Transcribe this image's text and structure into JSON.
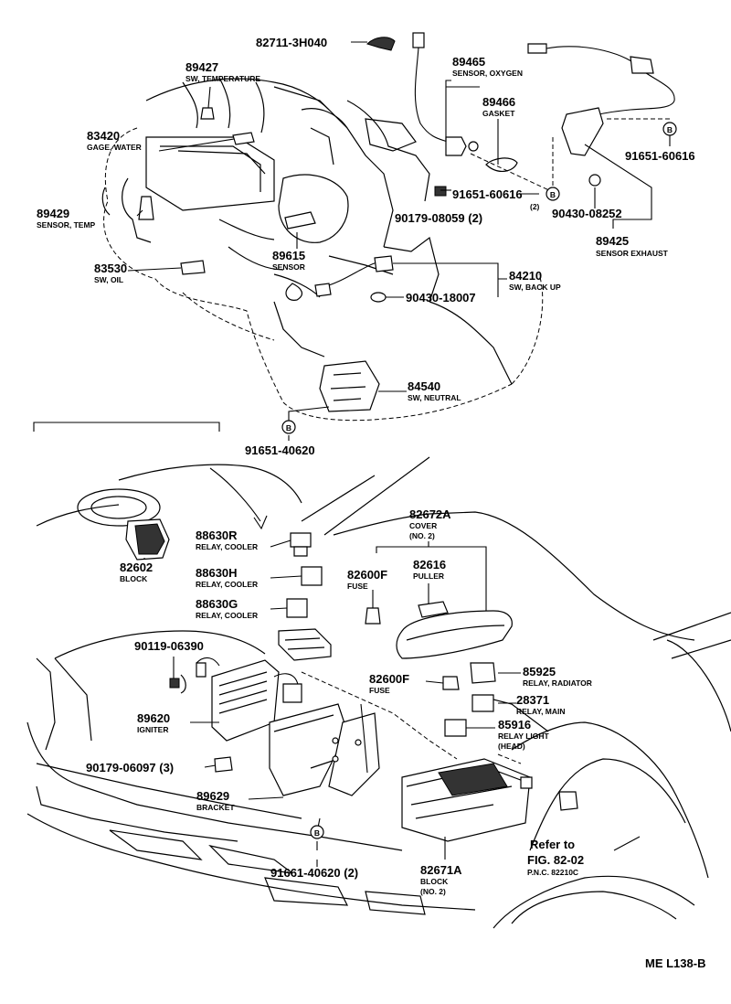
{
  "labels": {
    "l_82711": {
      "num": "82711-3H040",
      "name": ""
    },
    "l_89465": {
      "num": "89465",
      "name": "SENSOR, OXYGEN"
    },
    "l_89427": {
      "num": "89427",
      "name": "SW, TEMPERATURE"
    },
    "l_89466": {
      "num": "89466",
      "name": "GASKET"
    },
    "l_83420": {
      "num": "83420",
      "name": "GAGE, WATER"
    },
    "l_91651a": {
      "num": "91651-60616",
      "name": ""
    },
    "l_91651b": {
      "num": "91651-60616",
      "name": "(2)"
    },
    "l_89429": {
      "num": "89429",
      "name": "SENSOR, TEMP"
    },
    "l_90179a": {
      "num": "90179-08059 (2)",
      "name": ""
    },
    "l_90430a": {
      "num": "90430-08252",
      "name": ""
    },
    "l_89425": {
      "num": "89425",
      "name": "SENSOR EXHAUST"
    },
    "l_89615": {
      "num": "89615",
      "name": "SENSOR"
    },
    "l_83530": {
      "num": "83530",
      "name": "SW, OIL"
    },
    "l_84210": {
      "num": "84210",
      "name": "SW, BACK UP"
    },
    "l_90430b": {
      "num": "90430-18007",
      "name": ""
    },
    "l_84540": {
      "num": "84540",
      "name": "SW, NEUTRAL"
    },
    "l_91651c": {
      "num": "91651-40620",
      "name": ""
    },
    "l_82672A": {
      "num": "82672A",
      "name": "COVER",
      "name2": "(NO. 2)"
    },
    "l_88630R": {
      "num": "88630R",
      "name": "RELAY, COOLER"
    },
    "l_82616": {
      "num": "82616",
      "name": "PULLER"
    },
    "l_82602": {
      "num": "82602",
      "name": "BLOCK"
    },
    "l_88630H": {
      "num": "88630H",
      "name": "RELAY, COOLER"
    },
    "l_82600Fa": {
      "num": "82600F",
      "name": "FUSE"
    },
    "l_88630G": {
      "num": "88630G",
      "name": "RELAY, COOLER"
    },
    "l_90119": {
      "num": "90119-06390",
      "name": ""
    },
    "l_85925": {
      "num": "85925",
      "name": "RELAY, RADIATOR"
    },
    "l_82600Fb": {
      "num": "82600F",
      "name": "FUSE"
    },
    "l_28371": {
      "num": "28371",
      "name": "RELAY, MAIN"
    },
    "l_89620": {
      "num": "89620",
      "name": "IGNITER"
    },
    "l_85916": {
      "num": "85916",
      "name": "RELAY LIGHT",
      "name2": "(HEAD)"
    },
    "l_90179b": {
      "num": "90179-06097 (3)",
      "name": ""
    },
    "l_89629": {
      "num": "89629",
      "name": "BRACKET"
    },
    "l_91661": {
      "num": "91661-40620 (2)",
      "name": ""
    },
    "l_82671A": {
      "num": "82671A",
      "name": "BLOCK",
      "name2": "(NO. 2)"
    },
    "l_refer": {
      "num": "Refer to",
      "name": "FIG. 82-02",
      "name2": "P.N.C. 82210C"
    }
  },
  "markers": [
    "B",
    "B",
    "B",
    "B"
  ],
  "footer": {
    "code": "ME L138-B"
  }
}
